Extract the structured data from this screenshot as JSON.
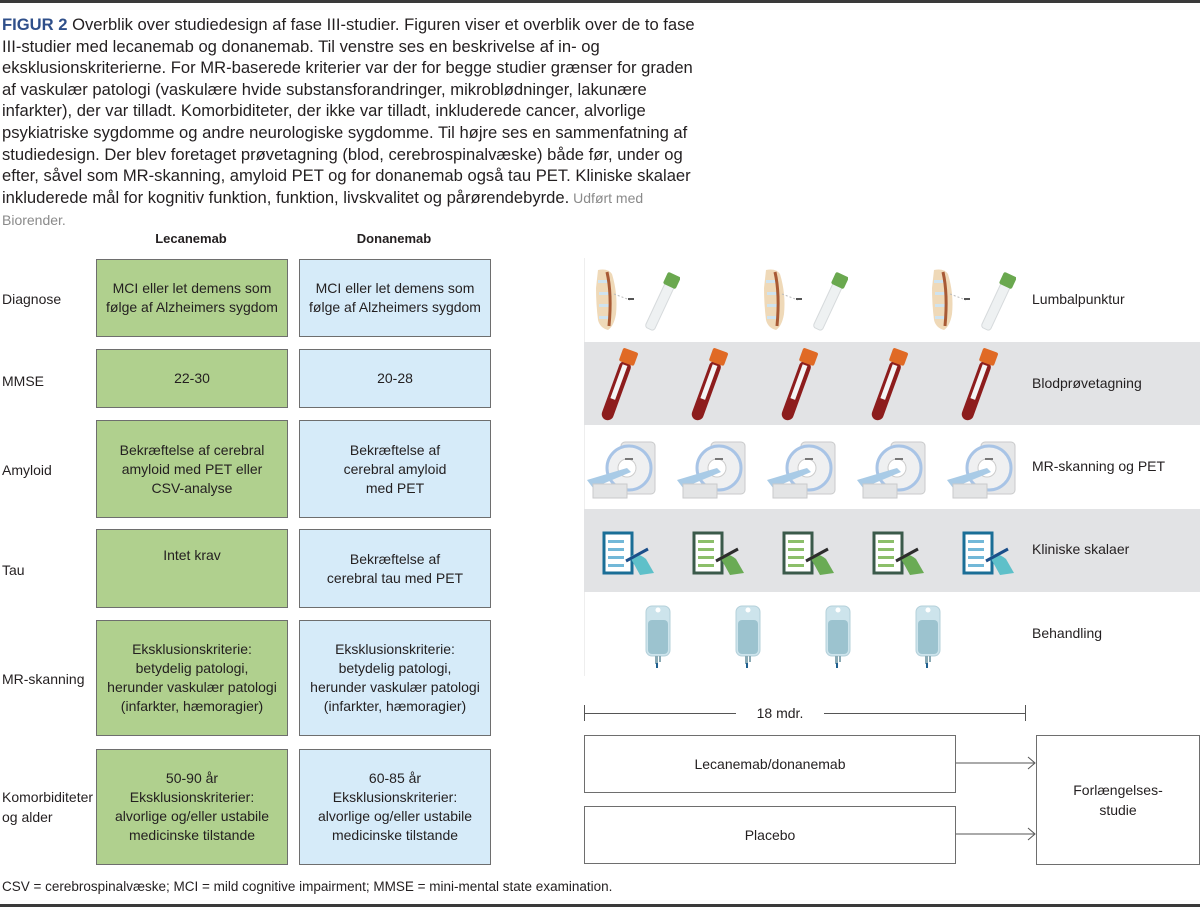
{
  "caption": {
    "label": "FIGUR 2",
    "text": " Overblik over studiedesign af fase III-studier. Figuren viser et overblik over de to fase III-studier med lecanemab og donanemab. Til venstre ses en beskrivelse af in- og eksklusionskriterierne. For MR-baserede kriterier var der for begge studier grænser for graden af vaskulær patologi (vaskulære hvide substansforandringer, mikroblødninger, lakunære infarkter), der var tilladt. Komorbiditeter, der ikke var tilladt, inkluderede cancer, alvorlige psykiatriske sygdomme og andre neurologiske sygdomme. Til højre ses en sammenfatning af studiedesign. Der blev foretaget prøvetagning (blod, cerebrospinalvæske) både før, under og efter, såvel som MR-skanning, amyloid PET og for donanemab også tau PET. Kliniske skalaer inkluderede mål for kognitiv funktion, funktion, livskvalitet og pårørendebyrde.",
    "credit": " Udført med Biorender.",
    "label_color": "#2f4f8a"
  },
  "criteria": {
    "columns": [
      "Lecanemab",
      "Donanemab"
    ],
    "colors": {
      "lecanemab": "#b0d08e",
      "donanemab": "#d6ebf9"
    },
    "rows": [
      {
        "label": "Diagnose",
        "lecanemab": "MCI eller let demens som\nfølge af Alzheimers sygdom",
        "donanemab": "MCI eller let demens som\nfølge af Alzheimers sygdom"
      },
      {
        "label": "MMSE",
        "lecanemab": "22-30",
        "donanemab": "20-28"
      },
      {
        "label": "Amyloid",
        "lecanemab": "Bekræftelse af cerebral\namyloid med PET eller\nCSV-analyse",
        "donanemab": "Bekræftelse af\ncerebral amyloid\nmed PET"
      },
      {
        "label": "Tau",
        "lecanemab": "Intet krav",
        "donanemab": "Bekræftelse af\ncerebral tau med PET"
      },
      {
        "label": "MR-skanning",
        "lecanemab": "Eksklusionskriterie:\nbetydelig patologi,\nherunder vaskulær patologi\n(infarkter, hæmoragier)",
        "donanemab": "Eksklusionskriterie:\nbetydelig patologi,\nherunder vaskulær patologi\n(infarkter, hæmoragier)"
      },
      {
        "label": "Komorbiditeter\nog alder",
        "lecanemab": "50-90 år\nEksklusionskriterier:\nalvorlige og/eller ustabile\nmedicinske tilstande",
        "donanemab": "60-85 år\nEksklusionskriterier:\nalvorlige og/eller ustabile\nmedicinske tilstande"
      }
    ]
  },
  "design": {
    "rows": [
      {
        "label": "Lumbalpunktur",
        "icon": "lumbar-puncture-icon",
        "count": 3
      },
      {
        "label": "Blodprøvetagning",
        "icon": "blood-tube-icon",
        "count": 5
      },
      {
        "label": "MR-skanning og PET",
        "icon": "mri-scanner-icon",
        "count": 5
      },
      {
        "label": "Kliniske skalaer",
        "icon": "clinical-scale-icon",
        "count": 5
      },
      {
        "label": "Behandling",
        "icon": "iv-bag-icon",
        "count": 4
      }
    ],
    "duration": "18 mdr.",
    "arms": [
      "Lecanemab/donanemab",
      "Placebo"
    ],
    "extension": "Forlængelses-\nstudie"
  },
  "footnote": "CSV = cerebrospinalvæske; MCI = mild cognitive impairment; MMSE = mini-mental state examination."
}
